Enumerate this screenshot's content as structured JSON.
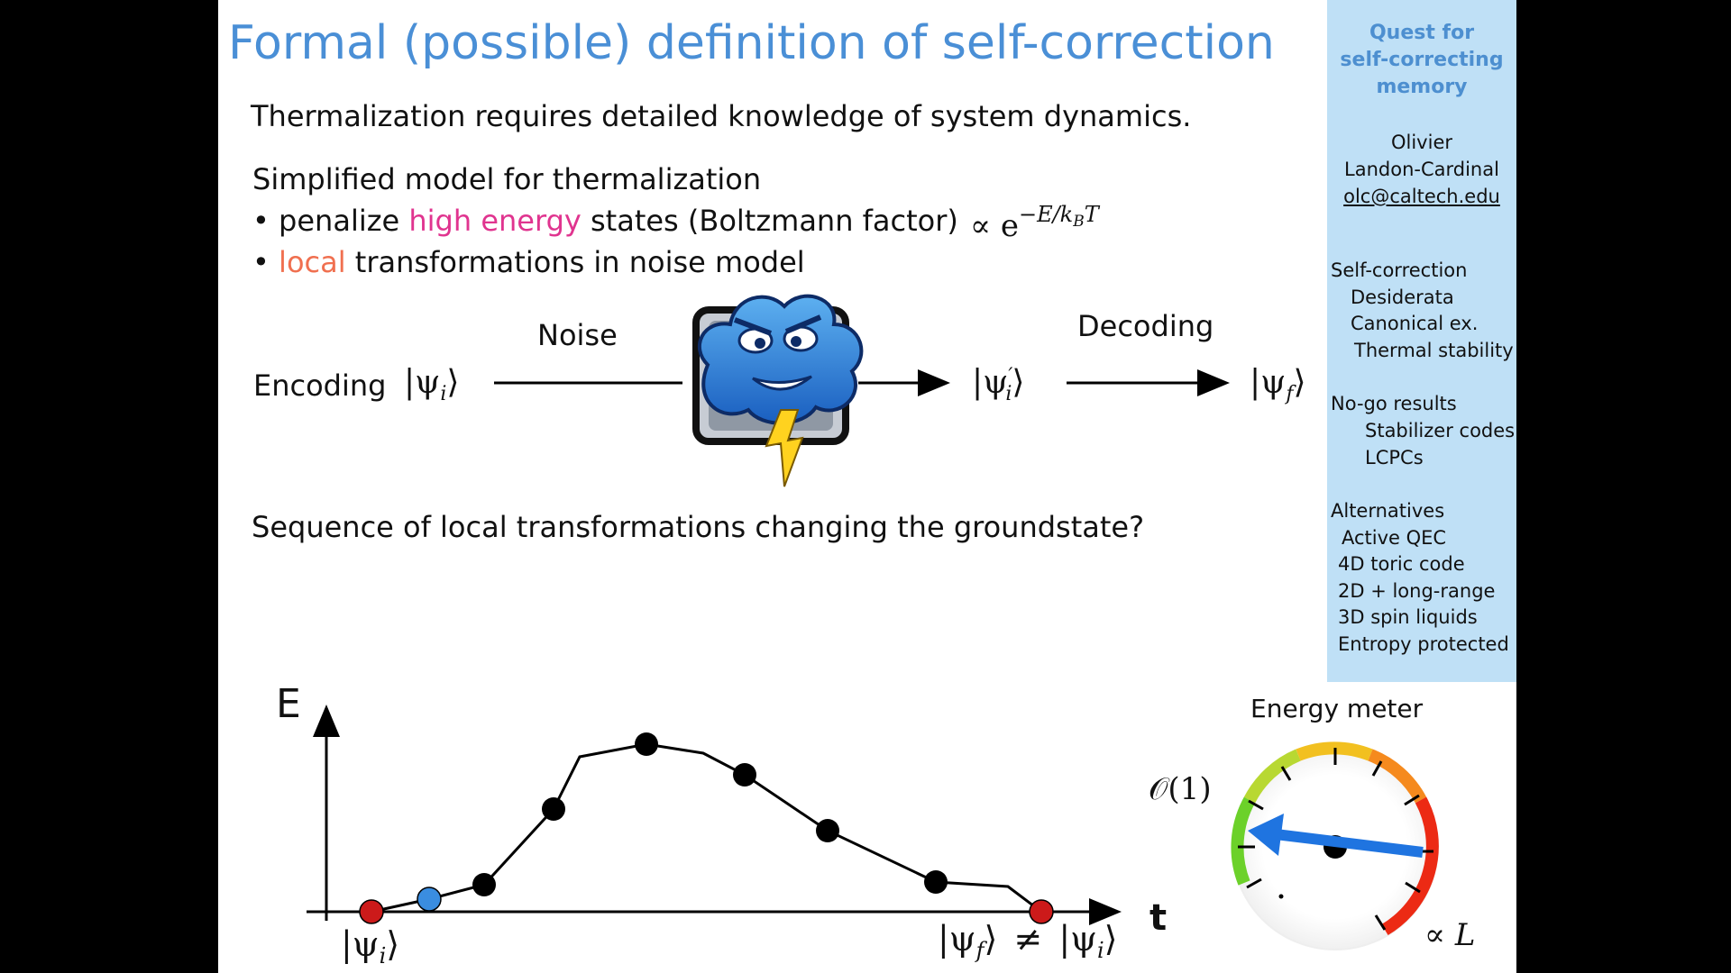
{
  "slide": {
    "title": "Formal (possible) definition of self-correction",
    "line1": "Thermalization requires detailed knowledge of system dynamics.",
    "model_heading": "Simplified model for thermalization",
    "bullet1_pre": "• penalize ",
    "bullet1_highlight": "high energy",
    "bullet1_post": " states (Boltzmann factor)",
    "boltzmann_prefix": "∝ e",
    "boltzmann_exponent": "−E/k",
    "boltzmann_sub": "B",
    "boltzmann_T": "T",
    "bullet2_pre": "• ",
    "bullet2_highlight": "local",
    "bullet2_post": " transformations in noise model",
    "encoding_label": "Encoding",
    "psi_i": "|ψ",
    "psi_i_sub": "i",
    "ket": "⟩",
    "noise_label": "Noise",
    "psi_i_prime_sub": "i",
    "prime": "′",
    "decoding_label": "Decoding",
    "psi_f_sub": "f",
    "question": "Sequence of local transformations changing the groundstate?"
  },
  "sidebar": {
    "title_lines": [
      "Quest for",
      "self-correcting",
      "memory"
    ],
    "author_first": "Olivier",
    "author_last": "Landon-Cardinal",
    "email": "olc@caltech.edu",
    "toc": [
      "Self-correction",
      "Desiderata",
      "Canonical ex.",
      "Thermal stability",
      "No-go results",
      "Stabilizer codes",
      "LCPCs",
      "Alternatives",
      "Active QEC",
      "4D toric code",
      "2D + long-range",
      "3D spin liquids",
      "Entropy protected"
    ]
  },
  "plot": {
    "y_label": "E",
    "x_label": "t",
    "start_label": "|ψ",
    "start_sub": "i",
    "end_label_f": "|ψ",
    "end_sub_f": "f",
    "neq": "≠",
    "end_label_i": "|ψ",
    "end_sub_i": "i"
  },
  "meter": {
    "title": "Energy meter",
    "low_label": "𝒪(1)",
    "high_label": "∝ L"
  },
  "colors": {
    "title_blue": "#4a8fd6",
    "sidebar_bg": "#bfe0f6",
    "highlight_pink": "#e0348f",
    "highlight_salmon": "#f07050",
    "start_point_red": "#cc1a1a",
    "second_point_blue": "#3a8de0",
    "meter_needle_blue": "#1f74e0"
  },
  "icons": {
    "noise_cloud": "angry-storm-cloud-icon"
  }
}
